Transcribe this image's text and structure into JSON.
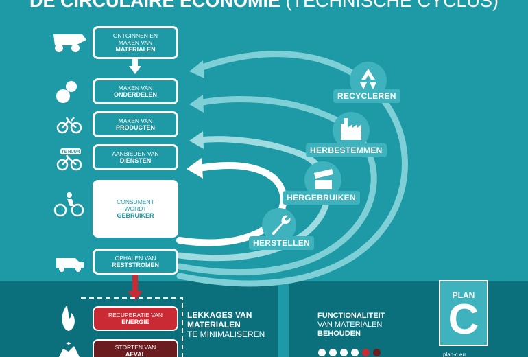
{
  "title": {
    "bold": "DE CIRCULAIRE ECONOMIE",
    "light": "(TECHNISCHE CYCLUS)"
  },
  "steps": [
    {
      "id": "mining",
      "line1": "ONTGINNEN EN",
      "line2": "MAKEN VAN",
      "line3": "MATERIALEN"
    },
    {
      "id": "parts",
      "line1": "MAKEN VAN",
      "line2": "ONDERDELEN"
    },
    {
      "id": "products",
      "line1": "MAKEN VAN",
      "line2": "PRODUCTEN"
    },
    {
      "id": "services",
      "line1": "AANBIEDEN VAN",
      "line2": "DIENSTEN"
    },
    {
      "id": "consumer",
      "line1": "CONSUMENT",
      "line2": "WORDT",
      "line3": "GEBRUIKER"
    },
    {
      "id": "collect",
      "line1": "OPHALEN VAN",
      "line2": "RESTSTROMEN"
    },
    {
      "id": "energy",
      "line1": "RECUPERATIE VAN",
      "line2": "ENERGIE"
    },
    {
      "id": "landfill",
      "line1": "STORTEN VAN",
      "line2": "AFVAL"
    }
  ],
  "loops": {
    "recycleren": "RECYCLEREN",
    "herbestemmen": "HERBESTEMMEN",
    "hergebruiken": "HERGEBRUIKEN",
    "herstellen": "HERSTELLEN"
  },
  "rental_tag": "TE HUUR",
  "leakage": {
    "line1": "LEKKAGES VAN",
    "line2": "MATERIALEN",
    "line3": "TE MINIMALISEREN"
  },
  "functionality": {
    "line1": "FUNCTIONALITEIT",
    "line2": "VAN MATERIALEN",
    "line3": "BEHOUDEN"
  },
  "dots": [
    "#ffffff",
    "#ffffff",
    "#ffffff",
    "#ffffff",
    "#c92a33",
    "#6b1c1f"
  ],
  "plan_c": {
    "line1": "PLAN",
    "line2": "C"
  },
  "footer": "plan-c.eu",
  "colors": {
    "background": "#1d9aa6",
    "band": "#0c6f7c",
    "accent_red": "#c92a33",
    "dark_red": "#6b1c1f",
    "light_loop": "#7fd0d6"
  },
  "icons": [
    "dump-truck-icon",
    "gears-icon",
    "bicycle-icon",
    "rental-bicycle-icon",
    "cyclist-icon",
    "garbage-truck-icon",
    "flame-icon",
    "landfill-icon",
    "recycle-icon",
    "factory-icon",
    "box-icon",
    "wrench-icon"
  ]
}
